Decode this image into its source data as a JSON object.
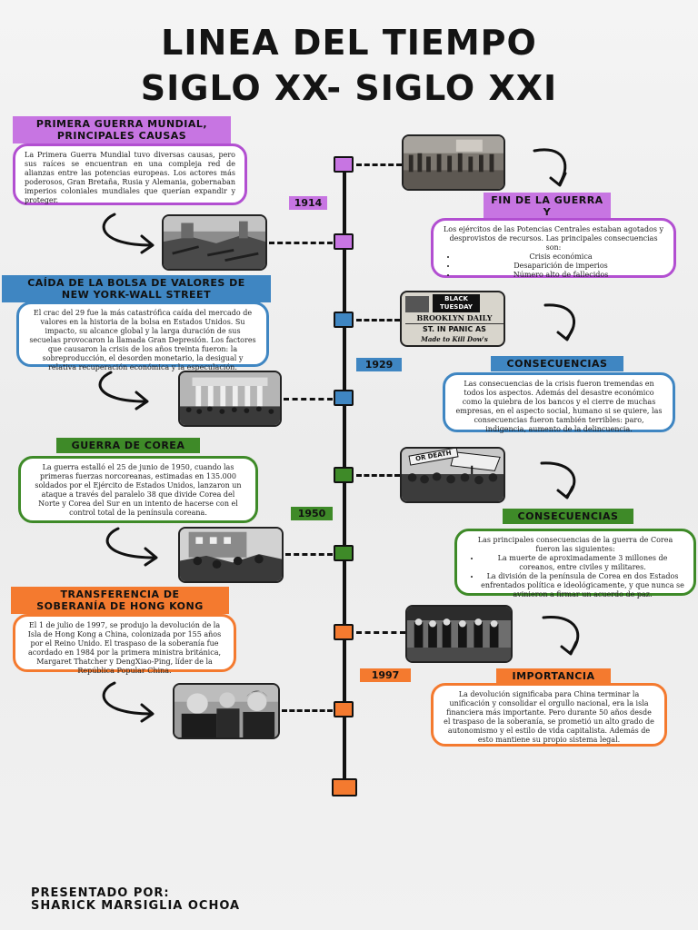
{
  "title": {
    "line1": "LINEA DEL TIEMPO",
    "line2": "SIGLO XX- SIGLO XXI"
  },
  "colors": {
    "purple": "#c775e2",
    "blue": "#3f86c2",
    "green": "#3e8a28",
    "orange": "#f47a2f",
    "line": "#111111"
  },
  "events": [
    {
      "year": "1914",
      "left_title": "PRIMERA GUERRA MUNDIAL,\nPRINCIPALES CAUSAS",
      "left_text": "La Primera Guerra Mundial tuvo diversas causas, pero sus raíces se encuentran en una compleja red de alianzas entre las potencias europeas. Los actores más poderosos, Gran Bretaña, Rusia y Alemania, gobernaban imperios coloniales mundiales que querían expandir y proteger.",
      "right_title": "FIN DE LA GUERRA Y\nCONSECUENCIAS",
      "right_intro": "Los ejércitos de las Potencias Centrales estaban agotados y desprovistos de recursos. Las principales consecuencias son:",
      "right_bullets": [
        "Crisis económica",
        "Desaparición de imperios",
        "Número alto de fallecidos"
      ],
      "top_photo": "photo-soldiers-marching",
      "bottom_photo": "photo-trench-ruins"
    },
    {
      "year": "1929",
      "left_title": "CAÍDA DE LA BOLSA DE VALORES DE\nNEW YORK-WALL STREET",
      "left_text": "El crac del 29 fue la más catastrófica caída del mercado de valores en la historia de la bolsa en Estados Unidos. Su impacto, su alcance global y la larga duración de sus secuelas provocaron la llamada Gran Depresión. Los factores que causaron la crisis de los años treinta fueron: la sobreproducción, el desorden monetario, la desigual y relativa recuperación económica y la especulación.",
      "right_title": "CONSECUENCIAS",
      "right_text": "Las consecuencias de la crisis fueron tremendas en todos los aspectos. Además del desastre económico como la quiebra de los bancos y el cierre de muchas empresas, en el aspecto social, humano si se quiere, las consecuencias fueron también terribles: paro, indigencia, aumento de la delincuencia.",
      "newspaper": {
        "banner1": "BLACK",
        "banner2": "TUESDAY",
        "masthead": "BROOKLYN DAILY",
        "headline": "ST. IN PANIC AS",
        "subhead": "Made to Kill Dow's"
      },
      "bottom_photo": "photo-wall-street-crowd"
    },
    {
      "year": "1950",
      "left_title": "GUERRA DE COREA",
      "left_text": "La guerra estalló el 25 de junio de 1950, cuando las primeras fuerzas norcoreanas, estimadas en 135.000 soldados por el Ejército de Estados Unidos, lanzaron un ataque a través del paralelo 38 que divide Corea del Norte y Corea del Sur en un intento de hacerse con el control total de la península coreana.",
      "right_title": "CONSECUENCIAS",
      "right_intro": "Las principales consecuencias de la guerra de Corea fueron las siguientes:",
      "right_bullets": [
        "La muerte de aproximadamente 3 millones de coreanos, entre civiles y militares.",
        "La división de la península de Corea en dos Estados enfrentados política e ideológicamente, y que nunca se avinieron a firmar un acuerdo de paz."
      ],
      "top_photo": {
        "sign": "OR DEATH"
      },
      "bottom_photo": "photo-korean-soldiers"
    },
    {
      "year": "1997",
      "left_title": "TRANSFERENCIA DE\nSOBERANÍA DE HONG KONG",
      "left_text": "El 1 de julio de 1997, se produjo la devolución de la Isla de Hong Kong a China, colonizada por 155 años por el Reino Unido. El traspaso de la soberanía fue acordado en 1984 por la primera ministra británica, Margaret Thatcher y DengXiao-Ping, líder de la República Popular China.",
      "right_title": "IMPORTANCIA",
      "right_text": "La devolución significaba para China terminar la unificación y consolidar el orgullo nacional, era la isla financiera más importante. Pero durante 50 años desde el traspaso de la soberanía, se prometió un alto grado de autonomismo y el estilo de vida capitalista. Además de esto mantiene su propio sistema legal.",
      "top_photo": "photo-ceremony",
      "bottom_photo": "photo-thatcher-deng"
    }
  ],
  "footer": {
    "line1": "PRESENTADO POR:",
    "line2": "SHARICK MARSIGLIA OCHOA"
  }
}
